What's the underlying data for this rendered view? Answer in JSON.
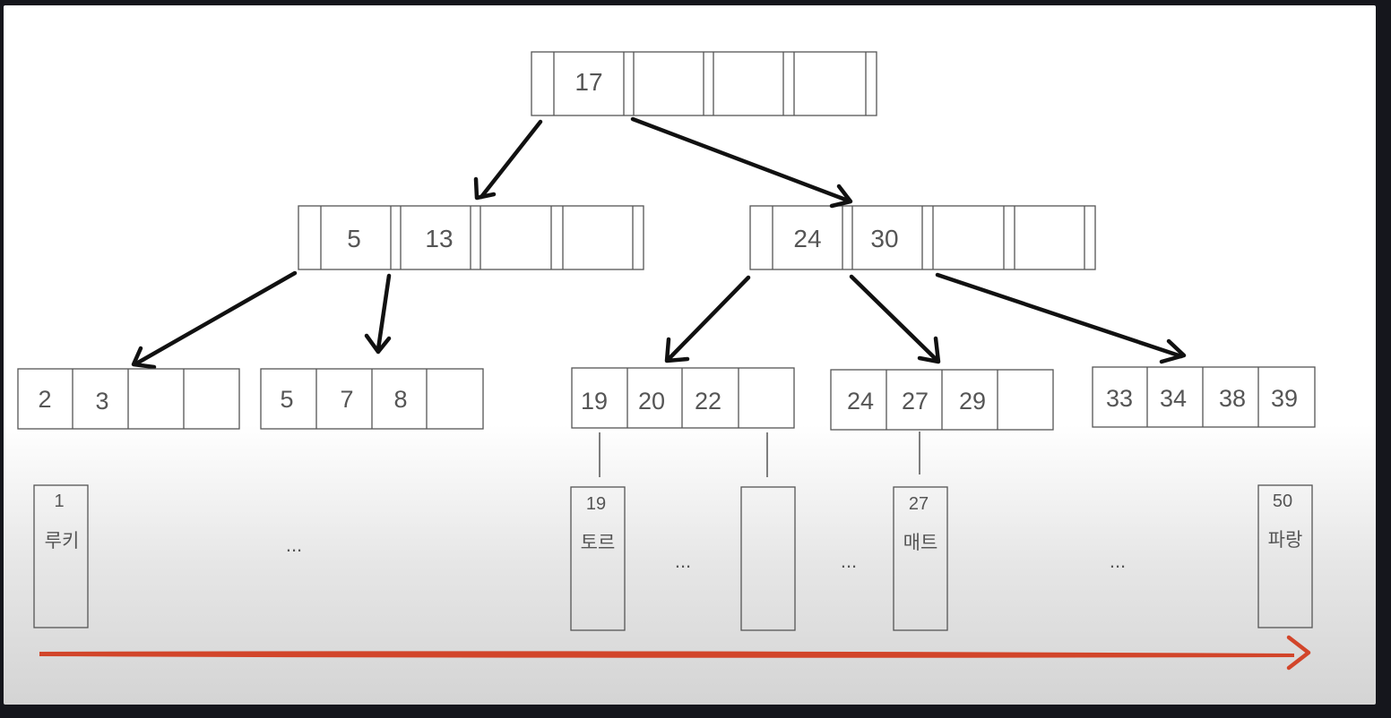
{
  "colors": {
    "background": "#15161c",
    "canvas": "#ffffff",
    "box_stroke": "#555555",
    "arrow": "#111111",
    "scan_arrow": "#d2452a",
    "text": "#555555"
  },
  "tree": {
    "root": {
      "keys": [
        "17",
        "",
        "",
        ""
      ]
    },
    "internal": [
      {
        "keys": [
          "5",
          "13",
          "",
          ""
        ]
      },
      {
        "keys": [
          "24",
          "30",
          "",
          ""
        ]
      }
    ],
    "leaves": [
      {
        "keys": [
          "2",
          "3",
          "",
          ""
        ]
      },
      {
        "keys": [
          "5",
          "7",
          "8",
          ""
        ]
      },
      {
        "keys": [
          "19",
          "20",
          "22",
          ""
        ]
      },
      {
        "keys": [
          "24",
          "27",
          "29",
          ""
        ]
      },
      {
        "keys": [
          "33",
          "34",
          "38",
          "39"
        ]
      }
    ]
  },
  "records": [
    {
      "id": "1",
      "name": "루키"
    },
    {
      "id": "19",
      "name": "토르"
    },
    {
      "id": "",
      "name": ""
    },
    {
      "id": "27",
      "name": "매트"
    },
    {
      "id": "50",
      "name": "파랑"
    }
  ],
  "ellipses": [
    "...",
    "...",
    "...",
    "..."
  ]
}
